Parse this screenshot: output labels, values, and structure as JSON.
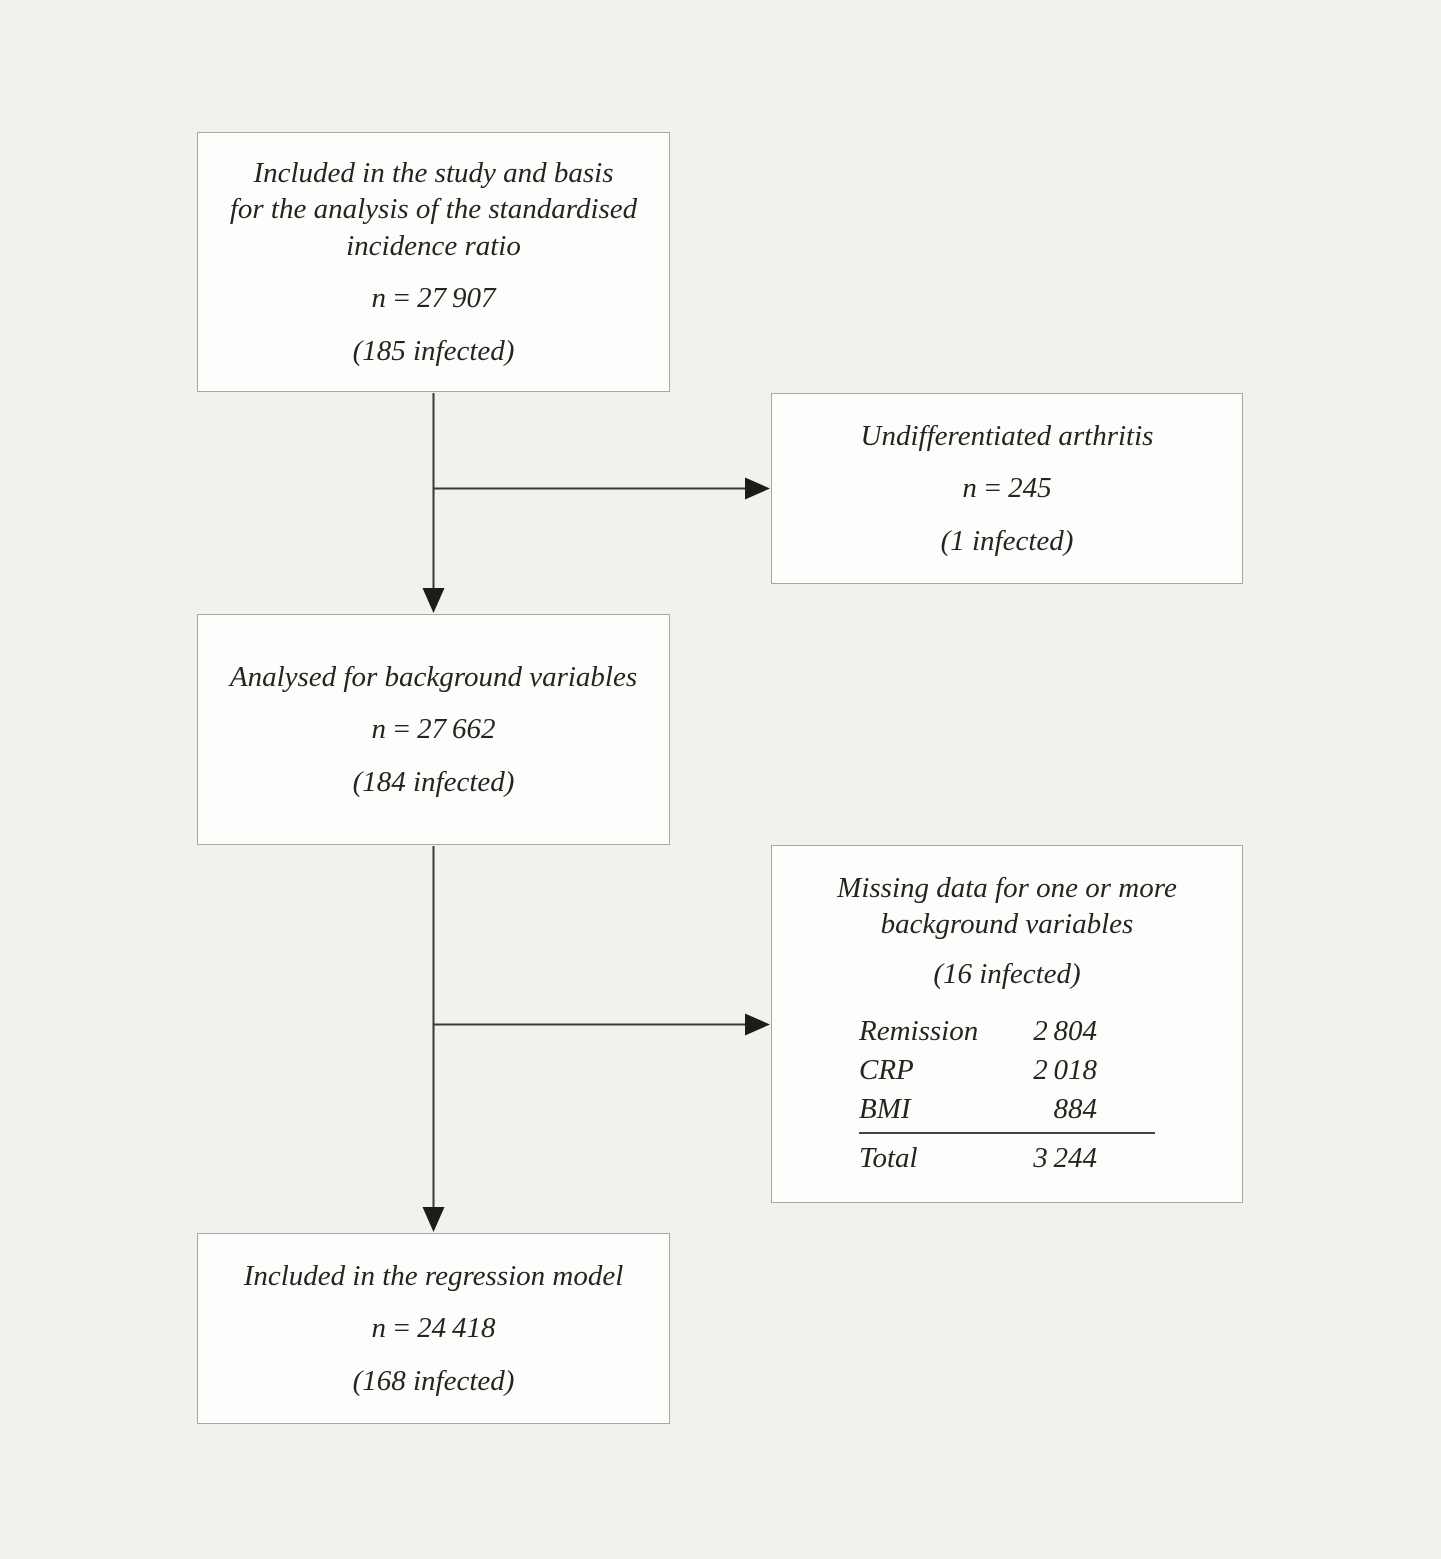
{
  "diagram": {
    "background_color": "#f2f1ee",
    "box_fill": "#fdfdfc",
    "box_border_color": "#a8a7a5",
    "arrow_color": "#1d1c1b",
    "text_color": "#262421"
  },
  "boxes": {
    "included_study": {
      "title_lines": [
        "Included in the study and basis",
        "for the analysis of the standardised",
        "incidence ratio"
      ],
      "n": "n = 27 907",
      "infected": "(185 infected)"
    },
    "undifferentiated": {
      "title": "Undifferentiated arthritis",
      "n": "n = 245",
      "infected": "(1 infected)"
    },
    "analysed": {
      "title": "Analysed for background variables",
      "n": "n = 27 662",
      "infected": "(184 infected)"
    },
    "missing": {
      "title_lines": [
        "Missing data for one or more",
        "background variables"
      ],
      "infected": "(16 infected)",
      "rows": [
        {
          "label": "Remission",
          "value": "2 804"
        },
        {
          "label": "CRP",
          "value": "2 018"
        },
        {
          "label": "BMI",
          "value": "884"
        }
      ],
      "total": {
        "label": "Total",
        "value": "3 244"
      }
    },
    "regression": {
      "title": "Included in the regression model",
      "n": "n = 24 418",
      "infected": "(168 infected)"
    }
  }
}
